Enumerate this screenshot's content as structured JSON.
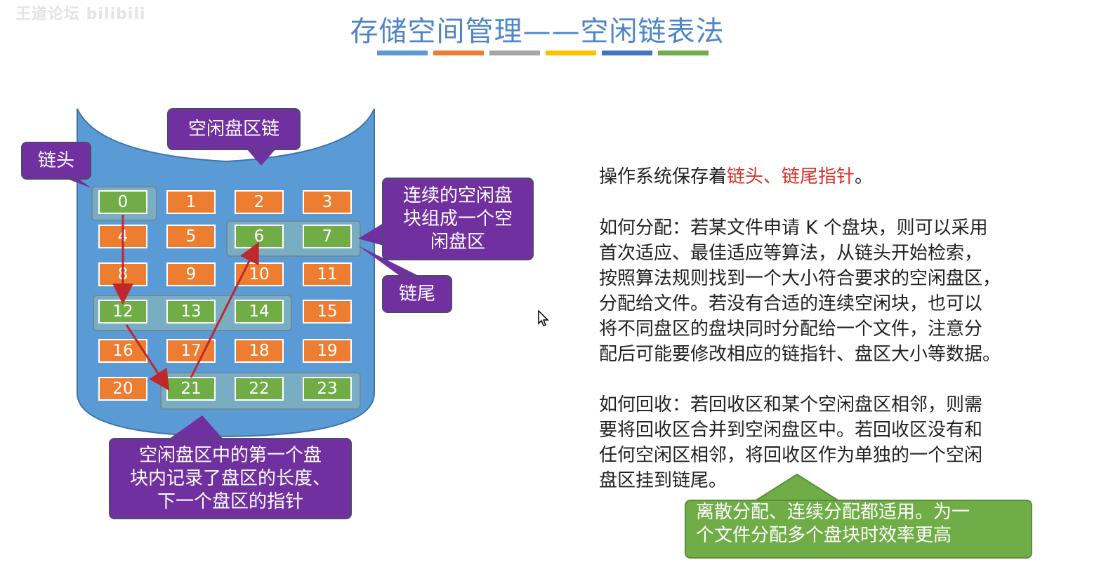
{
  "watermark": "王道论坛 bilibili",
  "title": "存储空间管理——空闲链表法",
  "title_bar_colors": [
    "#5b9bd5",
    "#ed7d31",
    "#a5a5a5",
    "#ffc000",
    "#4472c4",
    "#70ad47"
  ],
  "disk": {
    "blocks": [
      {
        "n": "0",
        "free": true
      },
      {
        "n": "1",
        "free": false
      },
      {
        "n": "2",
        "free": false
      },
      {
        "n": "3",
        "free": false
      },
      {
        "n": "4",
        "free": false
      },
      {
        "n": "5",
        "free": false
      },
      {
        "n": "6",
        "free": true
      },
      {
        "n": "7",
        "free": true
      },
      {
        "n": "8",
        "free": false
      },
      {
        "n": "9",
        "free": false
      },
      {
        "n": "10",
        "free": false
      },
      {
        "n": "11",
        "free": false
      },
      {
        "n": "12",
        "free": true
      },
      {
        "n": "13",
        "free": true
      },
      {
        "n": "14",
        "free": true
      },
      {
        "n": "15",
        "free": false
      },
      {
        "n": "16",
        "free": false
      },
      {
        "n": "17",
        "free": false
      },
      {
        "n": "18",
        "free": false
      },
      {
        "n": "19",
        "free": false
      },
      {
        "n": "20",
        "free": false
      },
      {
        "n": "21",
        "free": true
      },
      {
        "n": "22",
        "free": true
      },
      {
        "n": "23",
        "free": true
      }
    ],
    "colors": {
      "disk": "#5b9bd5",
      "used": "#ed7d31",
      "free": "#70ad47",
      "arrow": "#c0282d"
    }
  },
  "callouts": {
    "chain_label": "空闲盘区链",
    "head_label": "链头",
    "tail_label": "链尾",
    "contiguous_note": [
      "连续的空闲盘",
      "块组成一个空",
      "闲盘区"
    ],
    "first_block_note": [
      "空闲盘区中的第一个盘",
      "块内记录了盘区的长度、",
      "下一个盘区的指针"
    ],
    "summary_note": [
      "离散分配、连续分配都适用。为一",
      "个文件分配多个盘块时效率更高"
    ]
  },
  "text": {
    "intro_prefix": "操作系统保存着",
    "intro_highlight": "链头、链尾指针",
    "intro_suffix": "。",
    "alloc_lines": [
      "如何分配：若某文件申请 K 个盘块，则可以采用",
      "首次适应、最佳适应等算法，从链头开始检索，",
      "按照算法规则找到一个大小符合要求的空闲盘区，",
      "分配给文件。若没有合适的连续空闲块，也可以",
      "将不同盘区的盘块同时分配给一个文件，注意分",
      "配后可能要修改相应的链指针、盘区大小等数据。"
    ],
    "recycle_lines": [
      "如何回收：若回收区和某个空闲盘区相邻，则需",
      "要将回收区合并到空闲盘区中。若回收区没有和",
      "任何空闲区相邻，将回收区作为单独的一个空闲",
      "盘区挂到链尾。"
    ]
  }
}
